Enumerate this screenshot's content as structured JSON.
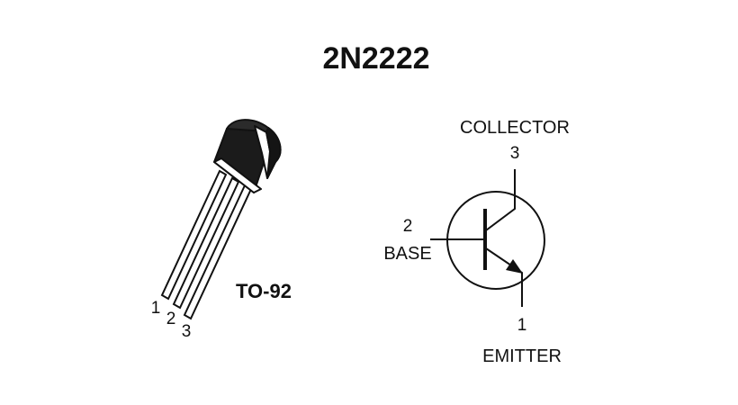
{
  "title": "2N2222",
  "package": {
    "label": "TO-92",
    "pin_numbers": [
      "1",
      "2",
      "3"
    ]
  },
  "symbol": {
    "collector": {
      "name": "COLLECTOR",
      "pin": "3"
    },
    "base": {
      "name": "BASE",
      "pin": "2"
    },
    "emitter": {
      "name": "EMITTER",
      "pin": "1"
    }
  },
  "colors": {
    "ink": "#111111",
    "background": "#ffffff"
  }
}
